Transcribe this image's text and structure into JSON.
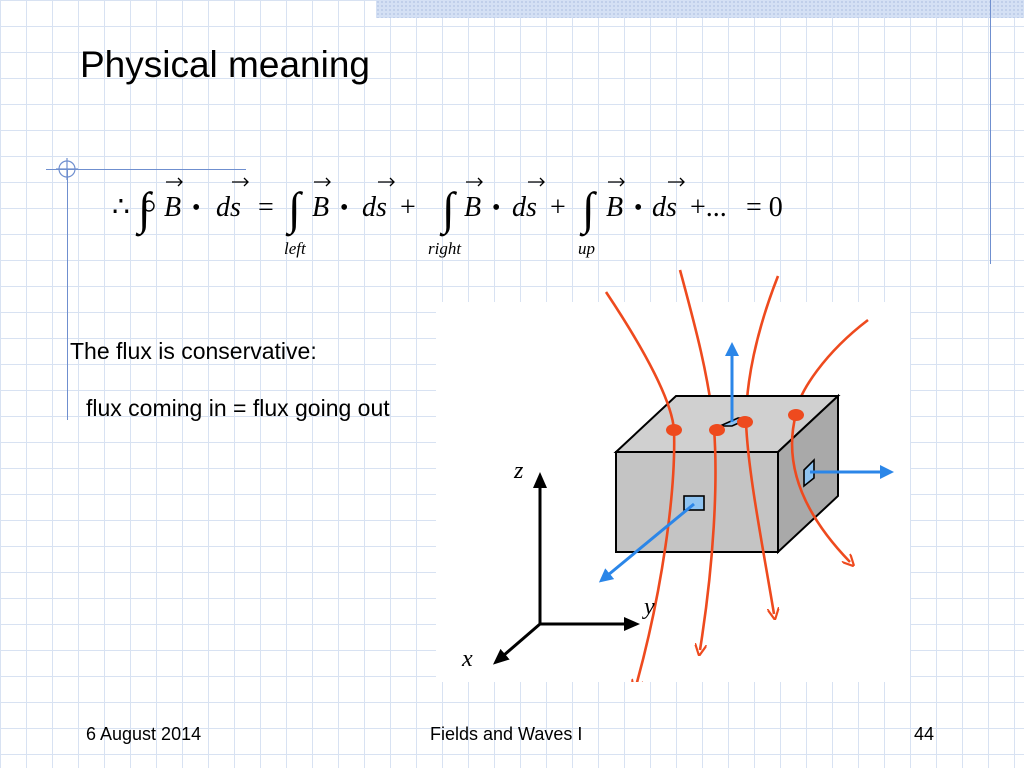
{
  "slide": {
    "title": "Physical meaning",
    "equation": {
      "therefore": "∴",
      "vector": "B",
      "dot": "•",
      "ds": "ds",
      "equals": "=",
      "plus": "+",
      "ellipsis": "+...",
      "zero": "= 0",
      "limits": [
        "left",
        "right",
        "up"
      ]
    },
    "body_line_1": "The flux is conservative:",
    "body_line_2": "flux coming in = flux going out",
    "diagram": {
      "axis_labels": {
        "z": "z",
        "y": "y",
        "x": "x"
      },
      "colors": {
        "field_lines": "#ee4a1e",
        "area_vectors": "#2b86e8",
        "box_fill": "#c4c4c4",
        "box_stroke": "#000000"
      }
    },
    "footer": {
      "date": "6 August 2014",
      "course": "Fields and Waves I",
      "page": "44"
    }
  }
}
